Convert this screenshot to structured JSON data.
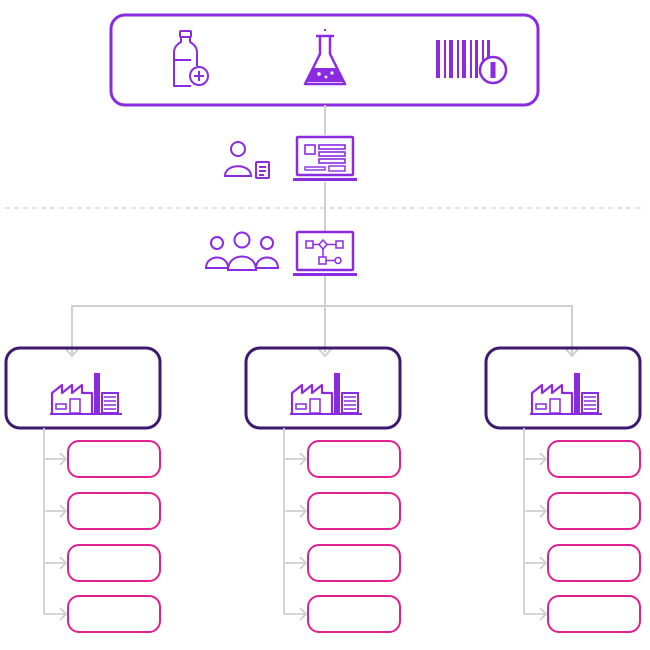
{
  "colors": {
    "primary": "#8a2be2",
    "dark": "#3d1a6e",
    "pink": "#e0208f",
    "connector": "#cfcfcf",
    "divider": "#d8d8d8"
  },
  "top_panel": {
    "icons": [
      "bottle-plus-icon",
      "flask-icon",
      "barcode-clock-icon"
    ]
  },
  "individual": {
    "person_icon": "person-document-icon",
    "terminal_icon": "form-terminal-icon"
  },
  "team": {
    "people_icon": "group-people-icon",
    "terminal_icon": "workflow-terminal-icon"
  },
  "sites": [
    {
      "icon": "factory-icon",
      "slots": 4
    },
    {
      "icon": "factory-icon",
      "slots": 4
    },
    {
      "icon": "factory-icon",
      "slots": 4
    }
  ]
}
